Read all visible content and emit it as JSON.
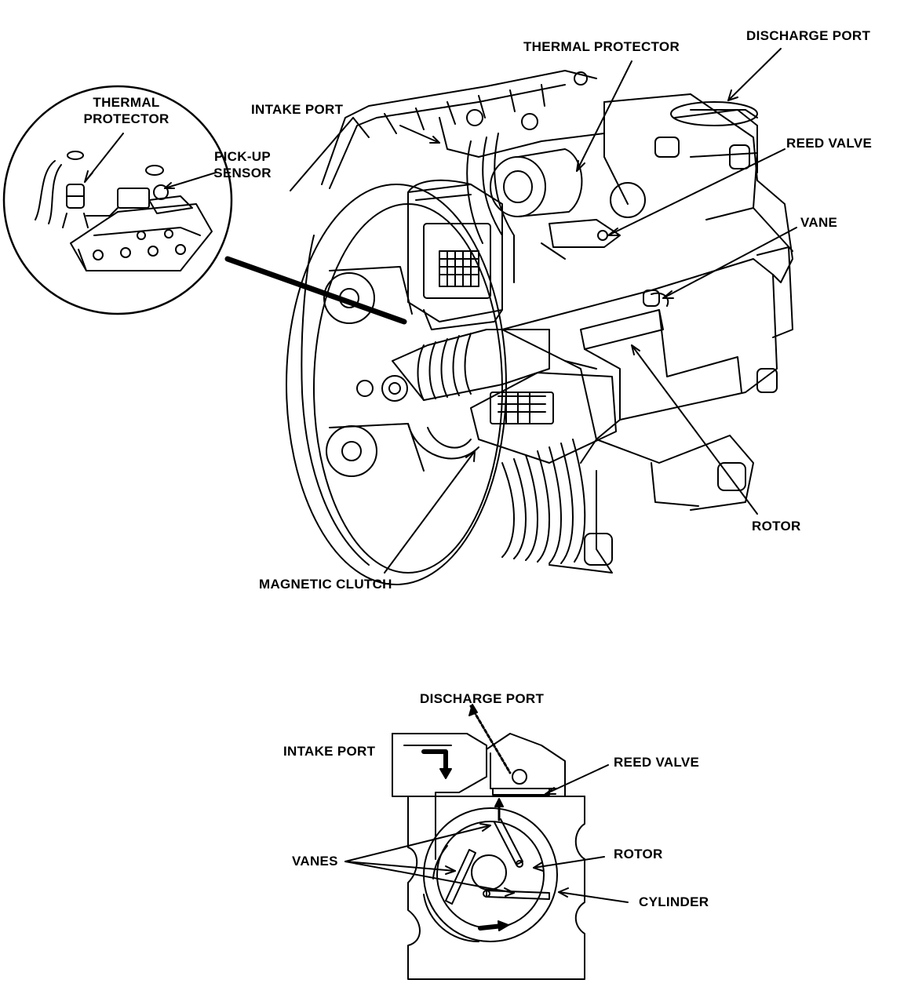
{
  "diagram": {
    "top_labels": {
      "thermal_protector_inset": "THERMAL\nPROTECTOR",
      "pickup_sensor": "PICK-UP\nSENSOR",
      "intake_port": "INTAKE PORT",
      "thermal_protector": "THERMAL PROTECTOR",
      "discharge_port": "DISCHARGE PORT",
      "reed_valve": "REED VALVE",
      "vane": "VANE",
      "rotor": "ROTOR",
      "magnetic_clutch": "MAGNETIC CLUTCH"
    },
    "bottom_labels": {
      "discharge_port": "DISCHARGE PORT",
      "intake_port": "INTAKE PORT",
      "reed_valve": "REED VALVE",
      "vanes": "VANES",
      "rotor": "ROTOR",
      "cylinder": "CYLINDER"
    }
  }
}
